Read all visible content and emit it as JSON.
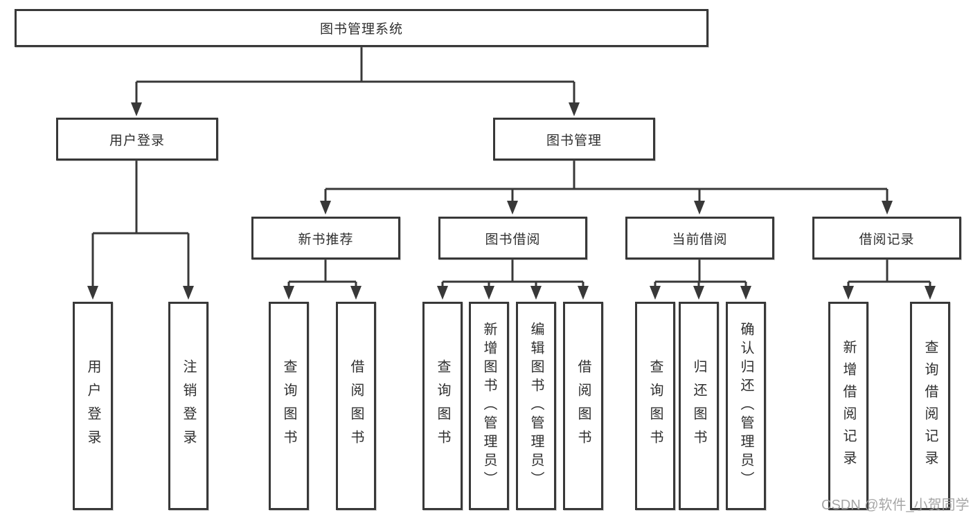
{
  "diagram_title": "图书管理系统",
  "watermark": "CSDN @软件_小贺同学",
  "colors": {
    "background": "#ffffff",
    "line": "#383838",
    "box_border": "#383838",
    "text": "#2f2f2f",
    "watermark": "#9e9e9e"
  },
  "nodes": {
    "root": {
      "label": "图书管理系统"
    },
    "level2": [
      {
        "label": "用户登录"
      },
      {
        "label": "图书管理"
      }
    ],
    "level3": [
      {
        "label": "新书推荐",
        "parent": "图书管理"
      },
      {
        "label": "图书借阅",
        "parent": "图书管理"
      },
      {
        "label": "当前借阅",
        "parent": "图书管理"
      },
      {
        "label": "借阅记录",
        "parent": "图书管理"
      }
    ],
    "leaves": [
      {
        "label": "用户登录",
        "parent": "用户登录"
      },
      {
        "label": "注销登录",
        "parent": "用户登录"
      },
      {
        "label": "查询图书",
        "parent": "新书推荐"
      },
      {
        "label": "借阅图书",
        "parent": "新书推荐"
      },
      {
        "label": "查询图书",
        "parent": "图书借阅"
      },
      {
        "label": "新增图书（管理员）",
        "parent": "图书借阅"
      },
      {
        "label": "编辑图书（管理员）",
        "parent": "图书借阅"
      },
      {
        "label": "借阅图书",
        "parent": "图书借阅"
      },
      {
        "label": "查询图书",
        "parent": "当前借阅"
      },
      {
        "label": "归还图书",
        "parent": "当前借阅"
      },
      {
        "label": "确认归还（管理员）",
        "parent": "当前借阅"
      },
      {
        "label": "新增借阅记录",
        "parent": "借阅记录"
      },
      {
        "label": "查询借阅记录",
        "parent": "借阅记录"
      }
    ]
  }
}
